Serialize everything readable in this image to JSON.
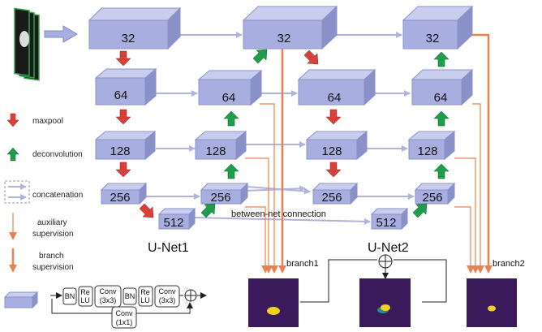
{
  "blocks": {
    "n1_32": "32",
    "n1_64": "64",
    "n1_128": "128",
    "n1_256": "256",
    "n1_512": "512",
    "d1_256": "256",
    "d1_128": "128",
    "d1_64": "64",
    "d1_32": "32",
    "n2_64": "64",
    "n2_128": "128",
    "n2_256": "256",
    "n2_512": "512",
    "d2_256": "256",
    "d2_128": "128",
    "d2_64": "64",
    "d2_32": "32"
  },
  "legend": {
    "maxpool": "maxpool",
    "deconvolution": "deconvolution",
    "concatenation": "concatenation",
    "auxiliary_1": "auxiliary",
    "auxiliary_2": "supervision",
    "branch_1": "branch",
    "branch_2": "supervision"
  },
  "labels": {
    "unet1": "U-Net1",
    "unet2": "U-Net2",
    "between_net": "between-net connection",
    "branch1": "branch1",
    "branch2": "branch2"
  },
  "residual_block": {
    "bn1": "BN",
    "relu1_a": "Re",
    "relu1_b": "LU",
    "conv1_a": "Conv",
    "conv1_b": "(3x3)",
    "bn2": "BN",
    "relu2_a": "Re",
    "relu2_b": "LU",
    "conv2_a": "Conv",
    "conv2_b": "(3x3)",
    "skip_a": "Conv",
    "skip_b": "(1x1)"
  },
  "colors": {
    "block_front": "#a9aee0",
    "block_top": "#c9cdee",
    "block_side": "#8a90c8",
    "concat_arrow": "#b0b3dd",
    "maxpool_arrow": "#d9403a",
    "deconv_arrow": "#1f9e4a",
    "supervision": "#e8824e",
    "output_bg": "#3a1a5a"
  }
}
